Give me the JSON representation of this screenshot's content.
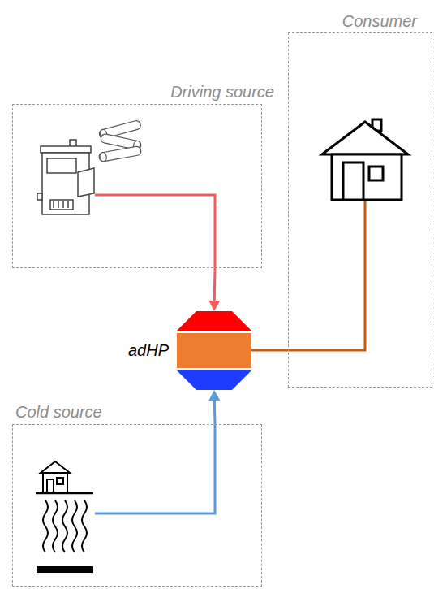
{
  "diagram": {
    "nodes": [
      {
        "text": [
          "Consumer"
        ]
      },
      {
        "text": [
          "Driving source"
        ]
      },
      {
        "text": [
          "adHP"
        ]
      },
      {
        "text": [
          "Cold source"
        ]
      }
    ],
    "edges": [
      {
        "from": 1,
        "to": 2,
        "arrow": "to"
      },
      {
        "from": 3,
        "to": 2,
        "arrow": "to"
      },
      {
        "from": 2,
        "to": 0,
        "arrow": "none"
      }
    ]
  }
}
